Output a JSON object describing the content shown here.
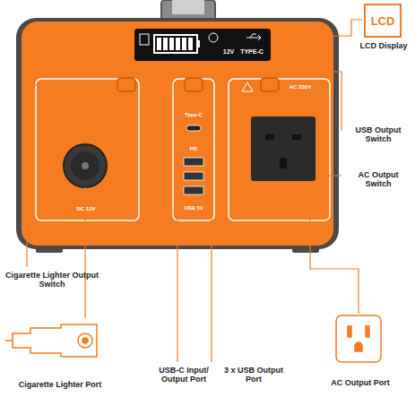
{
  "diagram": {
    "nodes": [
      {
        "text": [
          "LCD"
        ]
      }
    ],
    "labels": [
      "LCD Display",
      "USB Output Switch",
      "AC Output Switch",
      "Cigarette Lighter Output Switch",
      "Cigarette Lighter Port",
      "USB-C Input/ Output Port",
      "3 x USB Output Port",
      "AC Output Port",
      "Type-C",
      "PD",
      "USB 5V",
      "DC 12V",
      "AC 230V",
      "12V",
      "TYPE-C"
    ]
  }
}
